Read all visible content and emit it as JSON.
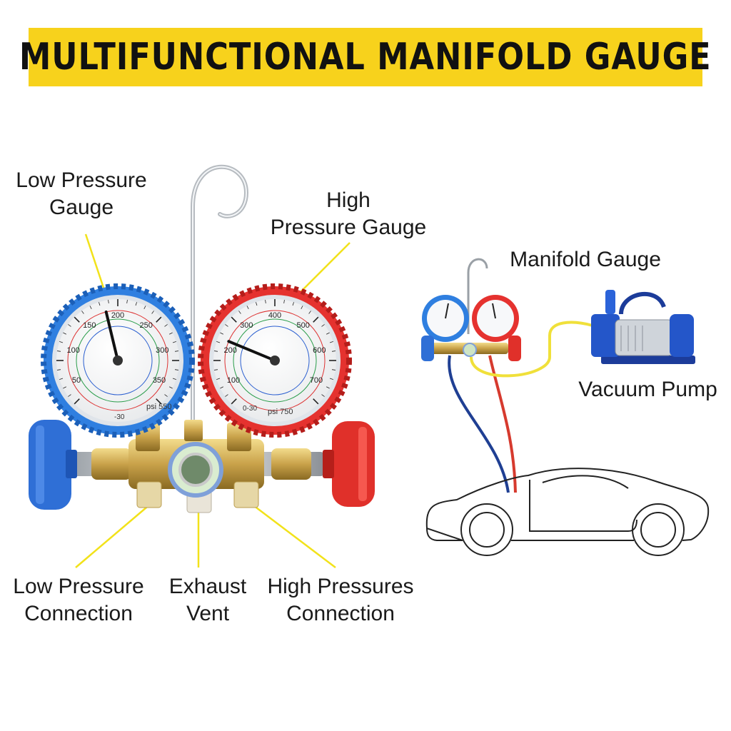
{
  "banner": {
    "title": "MULTIFUNCTIONAL MANIFOLD GAUGE"
  },
  "labels": {
    "low_pressure_gauge": [
      "Low Pressure",
      "Gauge"
    ],
    "high_pressure_gauge": [
      "High",
      "Pressure Gauge"
    ],
    "low_pressure_connection": [
      "Low Pressure",
      "Connection"
    ],
    "exhaust_vent": [
      "Exhaust",
      "Vent"
    ],
    "high_pressures_connection": [
      "High Pressures",
      "Connection"
    ],
    "manifold_gauge": "Manifold Gauge",
    "vacuum_pump": "Vacuum Pump"
  },
  "gauges": {
    "low": {
      "scale": [
        "50",
        "100",
        "150",
        "200",
        "250",
        "300",
        "350"
      ],
      "units": "psi 550",
      "bottom_mark": "-30",
      "needle_fraction": 0.45
    },
    "high": {
      "scale": [
        "100",
        "200",
        "300",
        "400",
        "500",
        "600",
        "700"
      ],
      "units": "psi 750",
      "bottom_mark": "0-30",
      "needle_fraction": 0.25
    }
  },
  "colors": {
    "banner": "#f7d21c",
    "low_side": "#2f7fe0",
    "high_side": "#e5322f",
    "callout_line": "#f2e21a",
    "brass": "#c9a24a",
    "hose_blue": "#1f3f93",
    "hose_red": "#d63a2e",
    "hose_yellow": "#f0e03a"
  },
  "icons": {
    "sight_glass": "sight-glass-icon",
    "car": "car-outline-icon",
    "pump": "vacuum-pump-icon"
  }
}
